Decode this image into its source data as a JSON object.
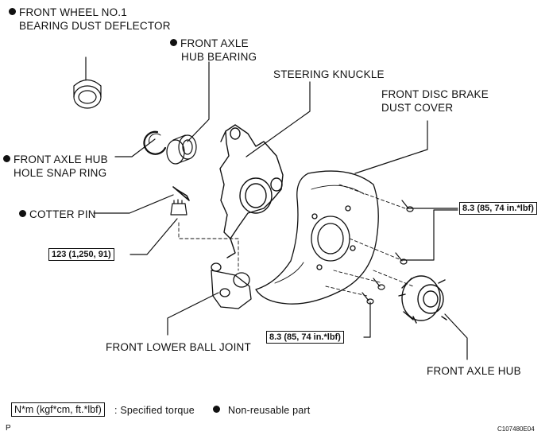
{
  "labels": {
    "deflector_line1": "FRONT WHEEL NO.1",
    "deflector_line2": "BEARING DUST DEFLECTOR",
    "bearing_line1": "FRONT AXLE",
    "bearing_line2": "HUB BEARING",
    "knuckle": "STEERING KNUCKLE",
    "dust_cover_line1": "FRONT DISC BRAKE",
    "dust_cover_line2": "DUST COVER",
    "snap_ring_line1": "FRONT AXLE HUB",
    "snap_ring_line2": "HOLE SNAP RING",
    "cotter_pin": "COTTER PIN",
    "ball_joint": "FRONT LOWER BALL JOINT",
    "axle_hub": "FRONT AXLE HUB"
  },
  "torque": {
    "nut": "123 (1,250, 91)",
    "cover_bolts_upper": "8.3 (85, 74 in.*lbf)",
    "cover_bolts_lower": "8.3 (85, 74 in.*lbf)"
  },
  "legend": {
    "torque_unit": "N*m (kgf*cm, ft.*lbf)",
    "torque_desc": ": Specified torque",
    "non_reusable": "Non-reusable part"
  },
  "footer": {
    "code": "C107480E04",
    "page_mark": "P"
  }
}
